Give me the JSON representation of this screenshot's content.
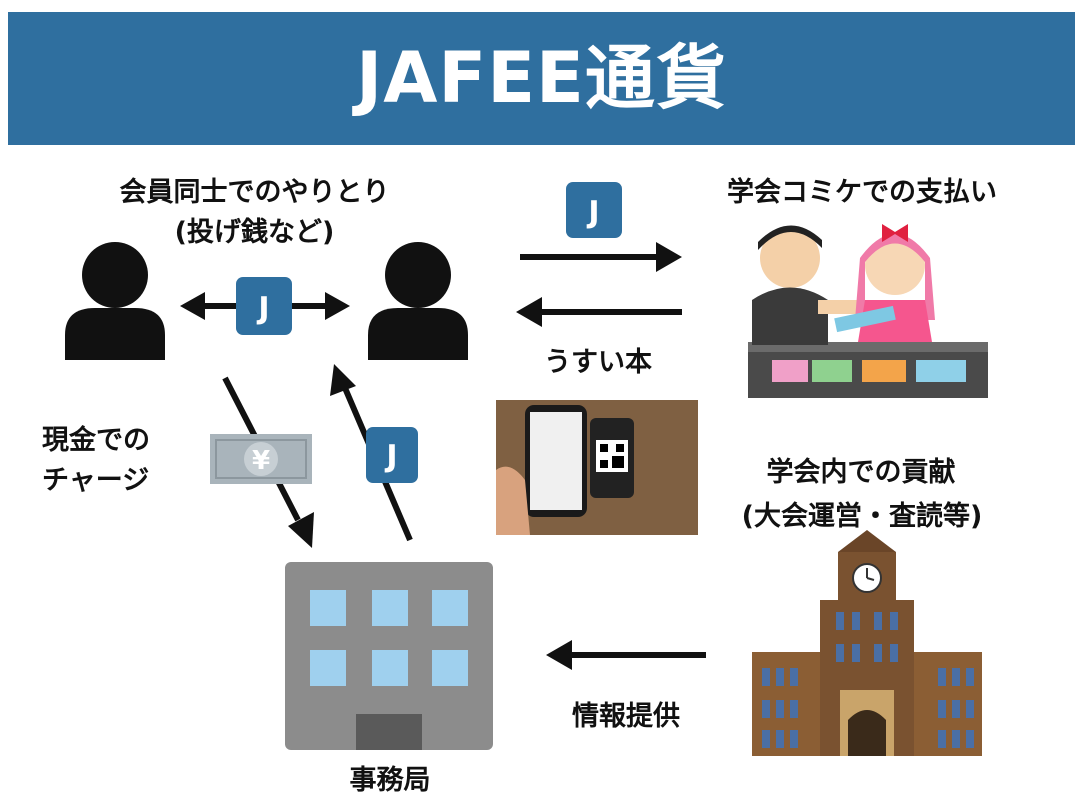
{
  "banner": {
    "title": "JAFEE通貨"
  },
  "labels": {
    "member_exchange_line1": "会員同士でのやりとり",
    "member_exchange_line2": "(投げ銭など)",
    "comiket_payment": "学会コミケでの支払い",
    "usui_hon": "うすい本",
    "cash_charge_line1": "現金での",
    "cash_charge_line2": "チャージ",
    "contribution_line1": "学会内での貢献",
    "contribution_line2": "(大会運営・査読等)",
    "info_provision": "情報提供",
    "office": "事務局"
  },
  "tokens": {
    "jafee_symbol": "J",
    "yen_symbol": "¥"
  },
  "colors": {
    "banner": "#2f6f9f",
    "token": "#2f6f9f",
    "person": "#111111",
    "building": "#8c8c8c",
    "window": "#9fd0ee",
    "university": "#8b5e34"
  },
  "icons": [
    "person-icon",
    "person-icon",
    "office-building-icon",
    "university-building-icon",
    "comiket-booth-illustration",
    "smartphone-qr-photo",
    "yen-banknote-icon",
    "j-token-icon"
  ]
}
